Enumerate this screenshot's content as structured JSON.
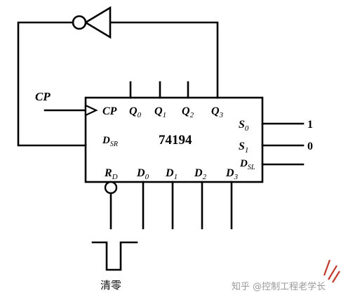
{
  "chip": {
    "name": "74194"
  },
  "inputs": {
    "cp_external": "CP",
    "cp_pin": "CP",
    "dsr": {
      "main": "D",
      "sub": "SR"
    },
    "dsl": {
      "main": "D",
      "sub": "SL"
    },
    "rd": {
      "main": "R",
      "sub": "D"
    },
    "s0": {
      "main": "S",
      "sub": "0"
    },
    "s1": {
      "main": "S",
      "sub": "1"
    }
  },
  "outputs": [
    {
      "main": "Q",
      "sub": "0"
    },
    {
      "main": "Q",
      "sub": "1"
    },
    {
      "main": "Q",
      "sub": "2"
    },
    {
      "main": "Q",
      "sub": "3"
    }
  ],
  "data_inputs": [
    {
      "main": "D",
      "sub": "0"
    },
    {
      "main": "D",
      "sub": "1"
    },
    {
      "main": "D",
      "sub": "2"
    },
    {
      "main": "D",
      "sub": "3"
    }
  ],
  "mode_values": {
    "s0": "1",
    "s1": "0"
  },
  "clear_label": "清零",
  "watermark": "知乎 @控制工程老学长"
}
